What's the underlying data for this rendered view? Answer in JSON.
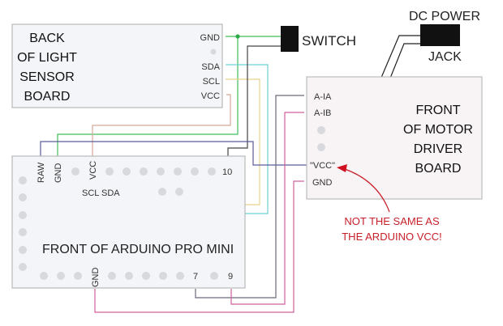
{
  "light_sensor": {
    "title_lines": [
      "BACK",
      "OF LIGHT",
      "SENSOR",
      "BOARD"
    ],
    "pins": [
      "GND",
      "SDA",
      "SCL",
      "VCC"
    ]
  },
  "switch": {
    "label": "SWITCH"
  },
  "dc_jack": {
    "label_top": "DC POWER",
    "label_bottom": "JACK"
  },
  "motor_driver": {
    "title_lines": [
      "FRONT",
      "OF MOTOR",
      "DRIVER",
      "BOARD"
    ],
    "pins": [
      "A-IA",
      "A-IB",
      "\"VCC\"",
      "GND"
    ]
  },
  "arduino": {
    "title": "FRONT OF ARDUINO PRO MINI",
    "top_pins": [
      "RAW",
      "GND",
      "VCC",
      "10"
    ],
    "inner_pins": [
      "SCL",
      "SDA"
    ],
    "bottom_pins": [
      "GND",
      "7",
      "9"
    ]
  },
  "annotation": {
    "lines": [
      "NOT THE SAME AS",
      "THE ARDUINO VCC!"
    ],
    "color": "#c8202a"
  },
  "wire_colors": {
    "gnd": "#3fbf5a",
    "sda": "#6fd0d6",
    "scl": "#e6d38a",
    "vcc": "#d6a898",
    "raw": "#5a5a9a",
    "switch": "#333333",
    "motor_a": "#6a6a7a",
    "motor_b": "#d0609a",
    "jack": "#222222"
  }
}
